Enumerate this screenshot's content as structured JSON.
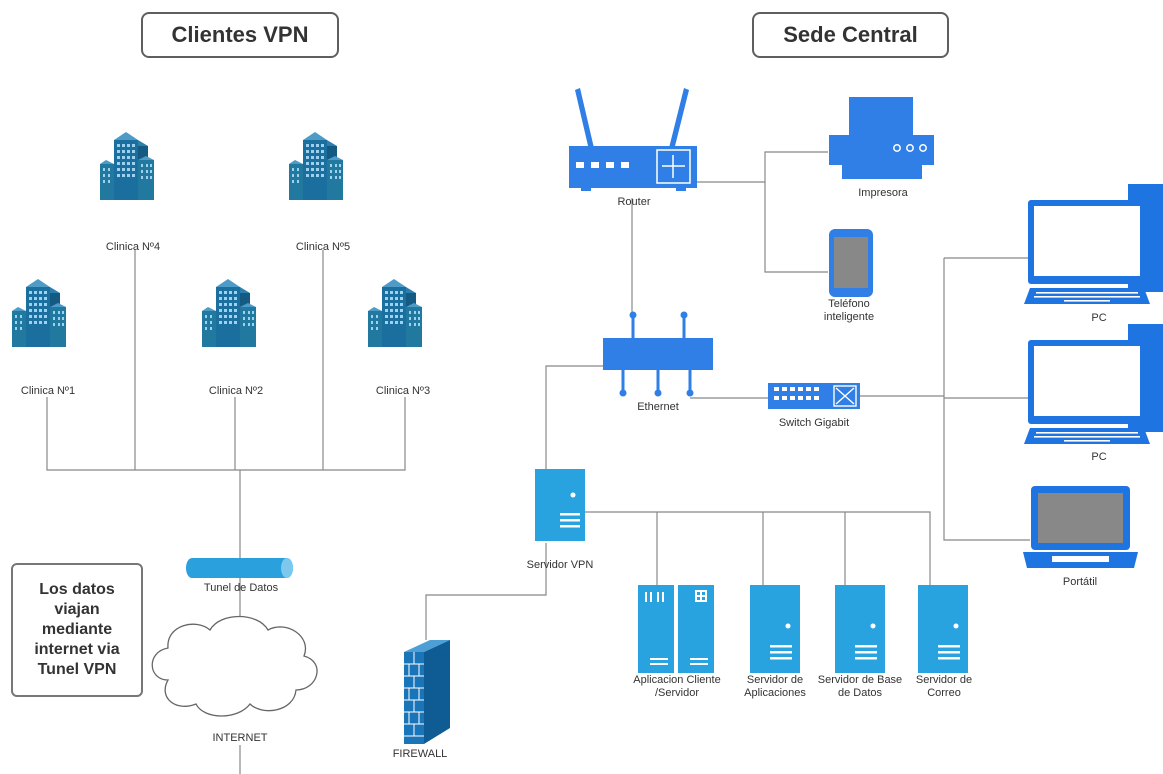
{
  "headers": {
    "clients": "Clientes VPN",
    "headquarters": "Sede Central"
  },
  "note": "Los datos viajan mediante internet via Tunel VPN",
  "clinics": [
    "Clinica Nº1",
    "Clinica Nº2",
    "Clinica Nº3",
    "Clinica Nº4",
    "Clinica Nº5"
  ],
  "labels": {
    "tunnel": "Tunel de Datos",
    "internet": "INTERNET",
    "firewall": "FIREWALL",
    "router": "Router",
    "printer": "Impresora",
    "phone": "Teléfono inteligente",
    "ethernet": "Ethernet",
    "switch": "Switch Gigabit",
    "vpn_server": "Servidor VPN",
    "pc1": "PC",
    "pc2": "PC",
    "laptop": "Portátil",
    "srv_client": "Aplicacion Cliente /Servidor",
    "srv_apps": "Servidor de Aplicaciones",
    "srv_db": "Servidor de Base de Datos",
    "srv_mail": "Servidor de Correo"
  },
  "colors": {
    "building": "#1b6f9e",
    "device_blue": "#2f7fe6",
    "server_blue": "#29a3e0",
    "tunnel_blue": "#2aa0dc",
    "firewall_blue": "#1a75b8",
    "line": "#888888"
  },
  "icons": [
    "building-icon",
    "router-icon",
    "printer-icon",
    "smartphone-icon",
    "ethernet-hub-icon",
    "switch-icon",
    "server-icon",
    "monitor-icon",
    "laptop-icon",
    "cloud-icon",
    "tunnel-icon",
    "firewall-icon"
  ]
}
